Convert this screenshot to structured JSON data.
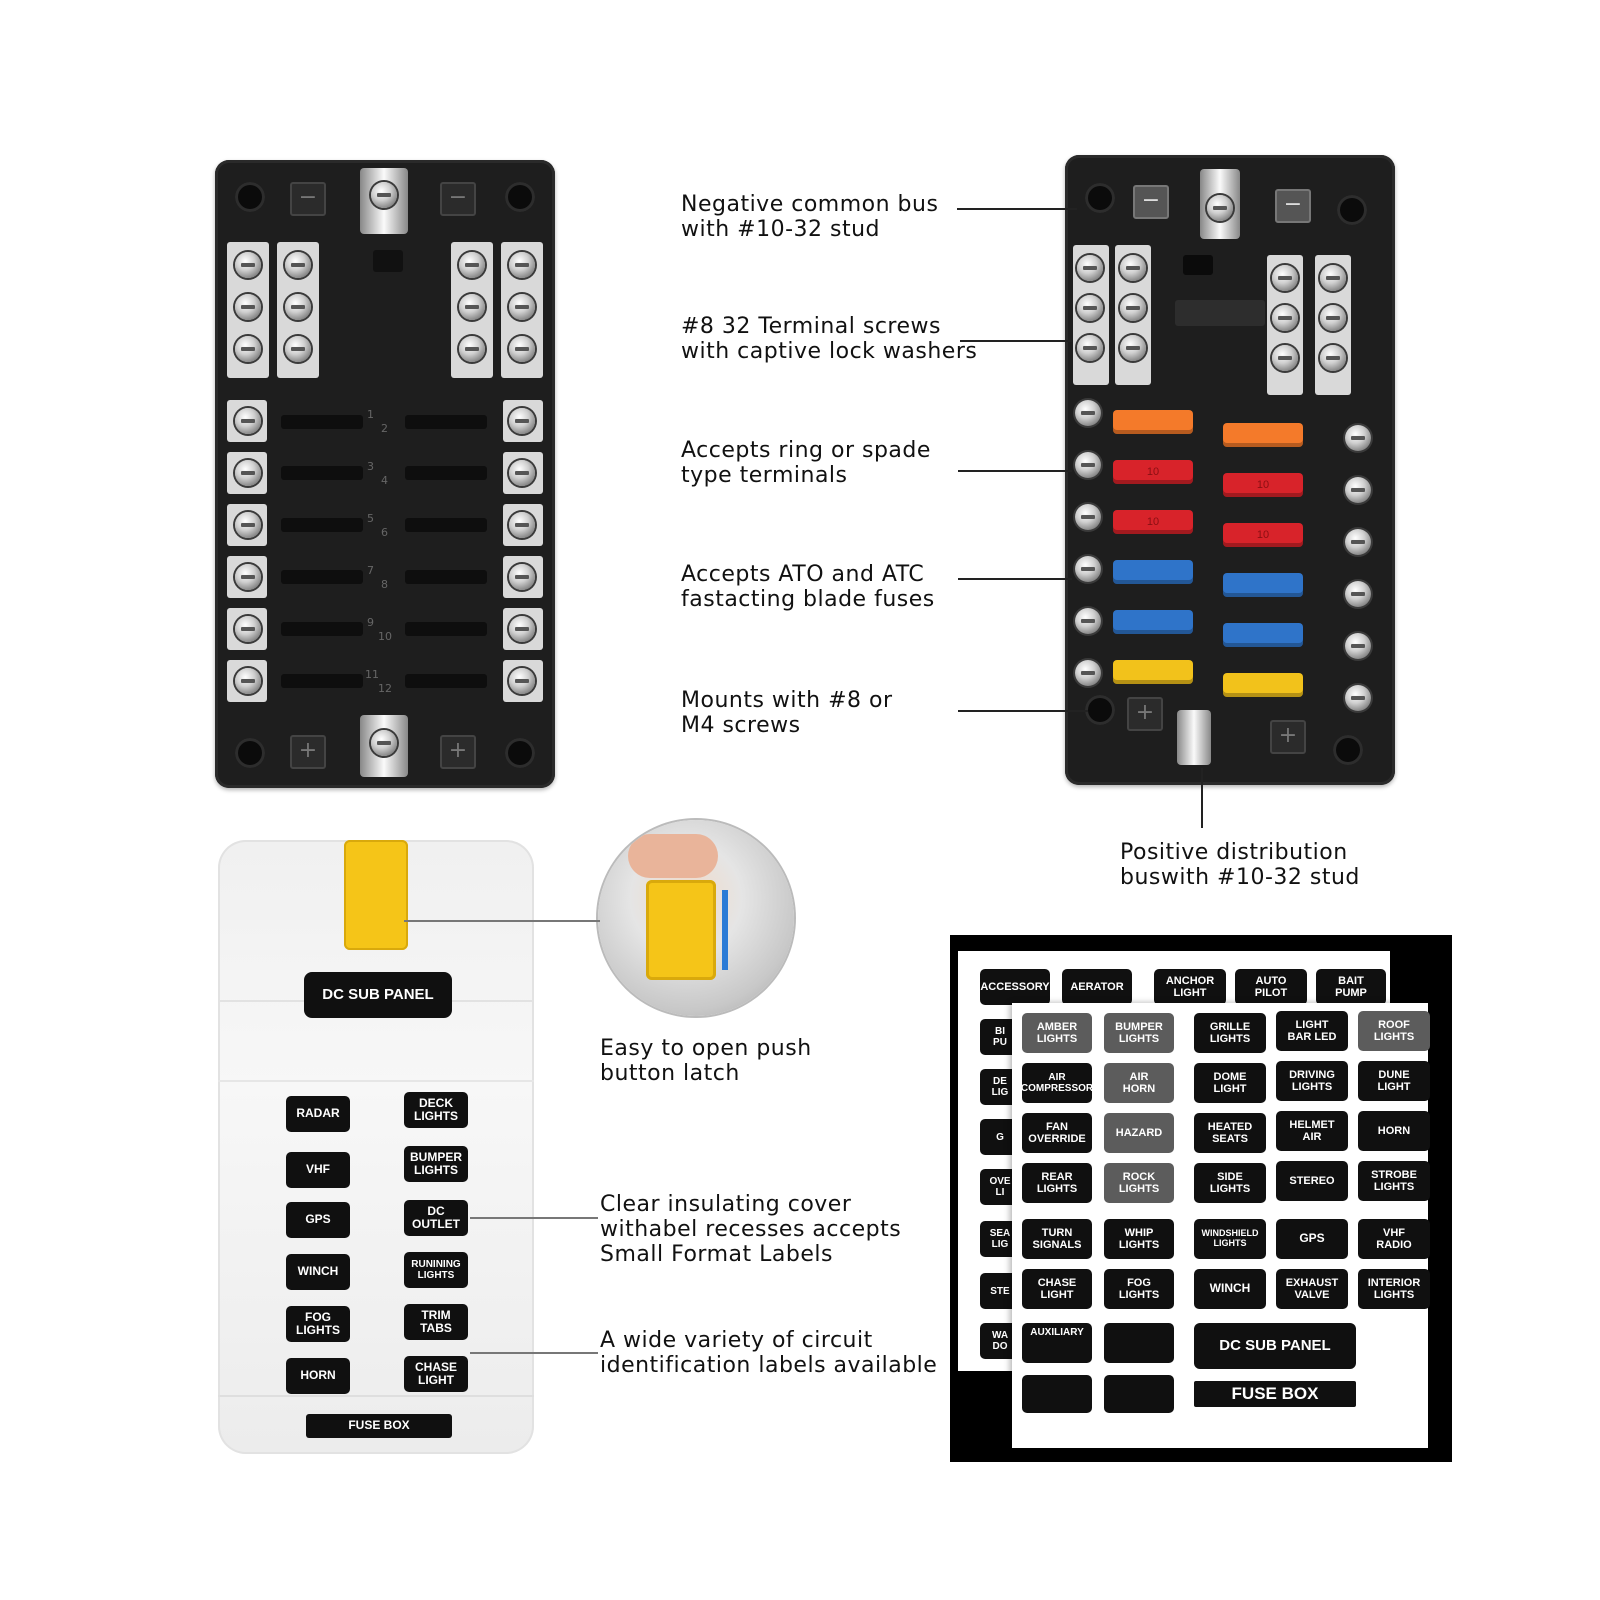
{
  "callouts": {
    "negative_bus": [
      "Negative common bus",
      "with #10-32 stud"
    ],
    "terminal_screws": [
      "#8 32 Terminal screws",
      "with captive lock washers"
    ],
    "ring_spade": [
      "Accepts ring or spade",
      "type terminals"
    ],
    "ato_atc": [
      "Accepts ATO and ATC",
      "fastacting blade fuses"
    ],
    "mounts": [
      "Mounts with #8 or",
      "M4 screws"
    ],
    "positive_bus": [
      "Positive distribution",
      "buswith #10-32 stud"
    ],
    "latch": [
      "Easy to open push",
      "button latch"
    ],
    "clear_cover": [
      "Clear insulating cover",
      "withabel recesses accepts",
      "Small Format Labels"
    ],
    "variety": [
      "A wide variety of circuit",
      "identification labels available"
    ]
  },
  "fuse_block": {
    "slot_numbers": [
      "1",
      "2",
      "3",
      "4",
      "5",
      "6",
      "7",
      "8",
      "9",
      "10",
      "11",
      "12"
    ],
    "fuse_values": [
      "10",
      "10",
      "10",
      "10"
    ],
    "neg_symbol": "−",
    "pos_symbol": "+"
  },
  "cover": {
    "header_label": "DC SUB PANEL",
    "footer_label": "FUSE BOX",
    "left_labels": [
      "RADAR",
      "VHF",
      "GPS",
      "WINCH",
      "FOG\nLIGHTS",
      "HORN"
    ],
    "right_labels": [
      "DECK\nLIGHTS",
      "BUMPER\nLIGHTS",
      "DC\nOUTLET",
      "RUNINING\nLIGHTS",
      "TRIM\nTABS",
      "CHASE\nLIGHT"
    ]
  },
  "stickers": {
    "back_top_row": [
      "ACCESSORY",
      "AERATOR",
      "ANCHOR\nLIGHT",
      "AUTO\nPILOT",
      "BAIT\nPUMP"
    ],
    "back_left_fragments": [
      "BI\nPU",
      "DE\nLIG",
      "G",
      "OVE\nLI",
      "SEA\nLIG",
      "STE",
      "WA\nDO"
    ],
    "front_grid": [
      [
        "AMBER\nLIGHTS",
        "BUMPER\nLIGHTS",
        "GRILLE\nLIGHTS",
        "LIGHT\nBAR LED",
        "ROOF\nLIGHTS"
      ],
      [
        "AIR\nCOMPRESSOR",
        "AIR\nHORN",
        "DOME\nLIGHT",
        "DRIVING\nLIGHTS",
        "DUNE\nLIGHT"
      ],
      [
        "FAN\nOVERRIDE",
        "HAZARD",
        "HEATED\nSEATS",
        "HELMET\nAIR",
        "HORN"
      ],
      [
        "REAR\nLIGHTS",
        "ROCK\nLIGHTS",
        "SIDE\nLIGHTS",
        "STEREO",
        "STROBE\nLIGHTS"
      ],
      [
        "TURN\nSIGNALS",
        "WHIP\nLIGHTS",
        "WINDSHIELD\nLIGHTS",
        "GPS",
        "VHF\nRADIO"
      ],
      [
        "CHASE\nLIGHT",
        "FOG\nLIGHTS",
        "WINCH",
        "EXHAUST\nVALVE",
        "INTERIOR\nLIGHTS"
      ]
    ],
    "auxiliary": "AUXILIARY",
    "dc_sub_panel": "DC SUB PANEL",
    "fuse_box": "FUSE BOX"
  },
  "colors": {
    "orange_fuse": "#f47a2a",
    "red_fuse": "#d8232a",
    "blue_fuse": "#2f74c9",
    "yellow_fuse": "#f2c21b",
    "latch_yellow": "#f5c518"
  }
}
